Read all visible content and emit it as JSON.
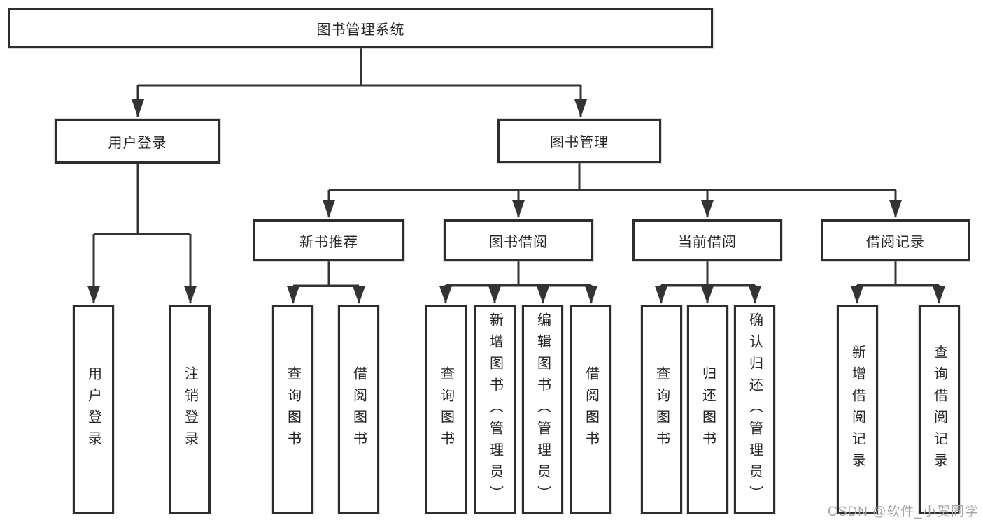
{
  "colors": {
    "line": "#333333",
    "box_border": "#2d2d2d",
    "text": "#262626",
    "background": "#ffffff",
    "watermark": "#a6a6a6"
  },
  "root": {
    "label": "图书管理系统"
  },
  "level2": [
    {
      "label": "用户登录"
    },
    {
      "label": "图书管理"
    }
  ],
  "level3": [
    {
      "label": "新书推荐"
    },
    {
      "label": "图书借阅"
    },
    {
      "label": "当前借阅"
    },
    {
      "label": "借阅记录"
    }
  ],
  "leaves": {
    "user": [
      {
        "label": "用户登录"
      },
      {
        "label": "注销登录"
      }
    ],
    "recommend": [
      {
        "label": "查询图书"
      },
      {
        "label": "借阅图书"
      }
    ],
    "borrow": [
      {
        "label": "查询图书"
      },
      {
        "label": "新增图书（管理员）"
      },
      {
        "label": "编辑图书（管理员）"
      },
      {
        "label": "借阅图书"
      }
    ],
    "current": [
      {
        "label": "查询图书"
      },
      {
        "label": "归还图书"
      },
      {
        "label": "确认归还（管理员）"
      }
    ],
    "records": [
      {
        "label": "新增借阅记录"
      },
      {
        "label": "查询借阅记录"
      }
    ]
  },
  "watermark": {
    "text": "CSDN @软件_小贺同学"
  }
}
